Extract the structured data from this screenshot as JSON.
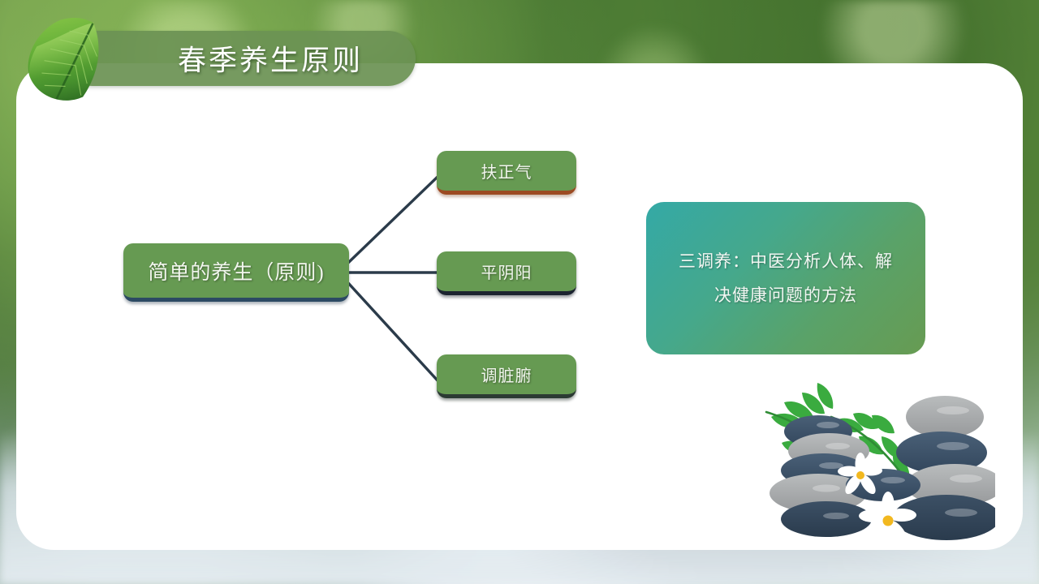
{
  "slide": {
    "title": "春季养生原则",
    "background_top_color": "#2c4d27",
    "background_bottom_color": "#dde6eb",
    "card_color": "#ffffff",
    "banner_color": "#6c9254"
  },
  "decorations": {
    "leaf": "leaf-icon",
    "stones": "zen-stones-illustration"
  },
  "mindmap": {
    "root": {
      "label": "简单的养生（原则)",
      "fill": "#669a52",
      "accent": "#2c4a63"
    },
    "children": [
      {
        "label": "扶正气",
        "fill": "#669a52",
        "accent": "#9c4a22"
      },
      {
        "label": "平阴阳",
        "fill": "#669a52",
        "accent": "#1c2430"
      },
      {
        "label": "调脏腑",
        "fill": "#669a52",
        "accent": "#2b3a33"
      }
    ],
    "connector_color": "#2b3b4a"
  },
  "info_card": {
    "text": "三调养：中医分析人体、解决健康问题的方法",
    "gradient_start": "#34a9a6",
    "gradient_end": "#679b52"
  }
}
